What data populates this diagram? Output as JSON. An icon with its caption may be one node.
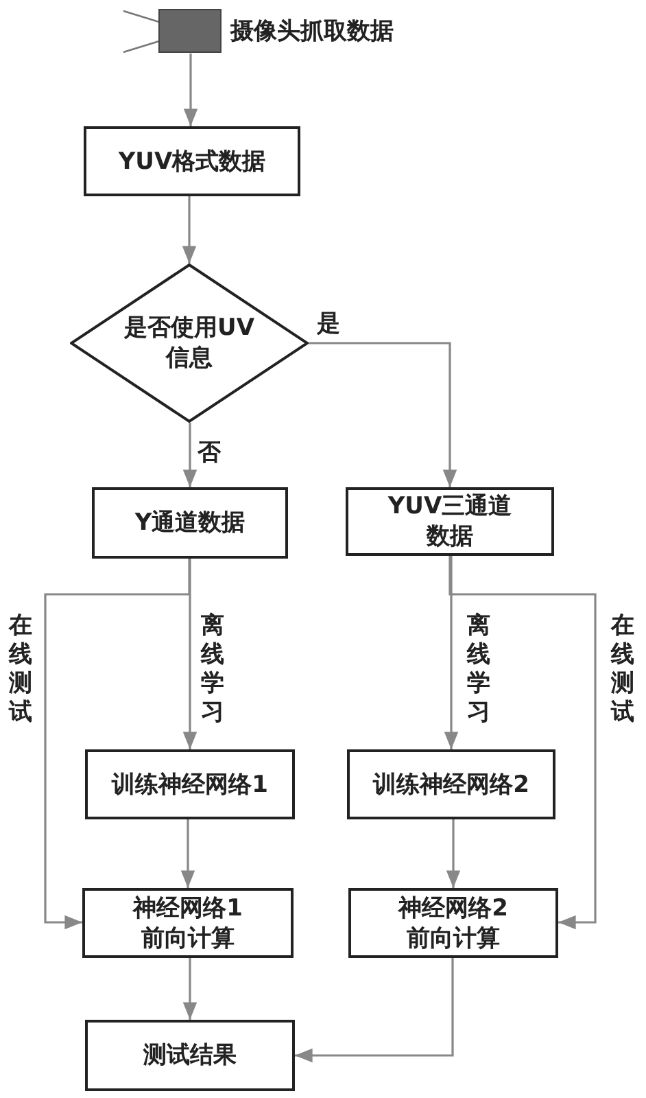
{
  "diagram": {
    "nodes": [
      {
        "text": [
          "摄像头抓取数据"
        ]
      },
      {
        "text": [
          "YUV格式数据"
        ]
      },
      {
        "text": [
          "是否使用UV信息"
        ]
      },
      {
        "text": [
          "Y通道数据"
        ]
      },
      {
        "text": [
          "YUV三通道数据"
        ]
      },
      {
        "text": [
          "训练神经网络1"
        ]
      },
      {
        "text": [
          "神经网络1前向计算"
        ]
      },
      {
        "text": [
          "训练神经网络2"
        ]
      },
      {
        "text": [
          "神经网络2前向计算"
        ]
      },
      {
        "text": [
          "测试结果"
        ]
      }
    ],
    "edges": [
      {
        "from": 0,
        "to": 1,
        "arrow": "to"
      },
      {
        "from": 1,
        "to": 2,
        "arrow": "to"
      },
      {
        "from": 2,
        "to": 4,
        "arrow": "to",
        "label": "是"
      },
      {
        "from": 2,
        "to": 3,
        "arrow": "to",
        "label": "否"
      },
      {
        "from": 3,
        "to": 5,
        "arrow": "to",
        "label": "离线学习"
      },
      {
        "from": 3,
        "to": 6,
        "arrow": "to",
        "label": "在线测试"
      },
      {
        "from": 4,
        "to": 7,
        "arrow": "to",
        "label": "离线学习"
      },
      {
        "from": 4,
        "to": 8,
        "arrow": "to",
        "label": "在线测试"
      },
      {
        "from": 5,
        "to": 6,
        "arrow": "to"
      },
      {
        "from": 7,
        "to": 8,
        "arrow": "to"
      },
      {
        "from": 6,
        "to": 9,
        "arrow": "to"
      },
      {
        "from": 8,
        "to": 9,
        "arrow": "to"
      }
    ]
  }
}
